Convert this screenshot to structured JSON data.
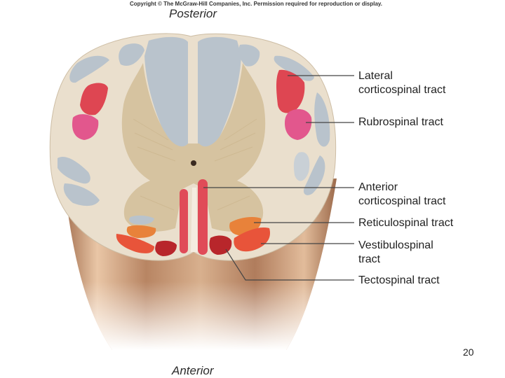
{
  "copyright": "Copyright © The McGraw-Hill Companies, Inc. Permission required for reproduction or display.",
  "orientation": {
    "posterior": "Posterior",
    "anterior": "Anterior"
  },
  "labels": {
    "lateral_corticospinal_line1": "Lateral",
    "lateral_corticospinal_line2": "corticospinal tract",
    "rubrospinal": "Rubrospinal tract",
    "anterior_corticospinal_line1": "Anterior",
    "anterior_corticospinal_line2": "corticospinal tract",
    "reticulospinal": "Reticulospinal tract",
    "vestibulospinal_line1": "Vestibulospinal",
    "vestibulospinal_line2": "tract",
    "tectospinal": "Tectospinal tract"
  },
  "page_number": "20",
  "colors": {
    "white_matter": "#eadfcd",
    "gray_matter": "#d6c3a0",
    "ascending_tracts": "#b9c3cc",
    "cord_shaft": "#c79a78",
    "lateral_corticospinal": "#de4652",
    "rubrospinal": "#e2578d",
    "anterior_corticospinal": "#e04b58",
    "reticulospinal": "#e8823a",
    "vestibulospinal": "#e8543a",
    "tectospinal": "#b8262b",
    "leader_line": "#444444"
  }
}
